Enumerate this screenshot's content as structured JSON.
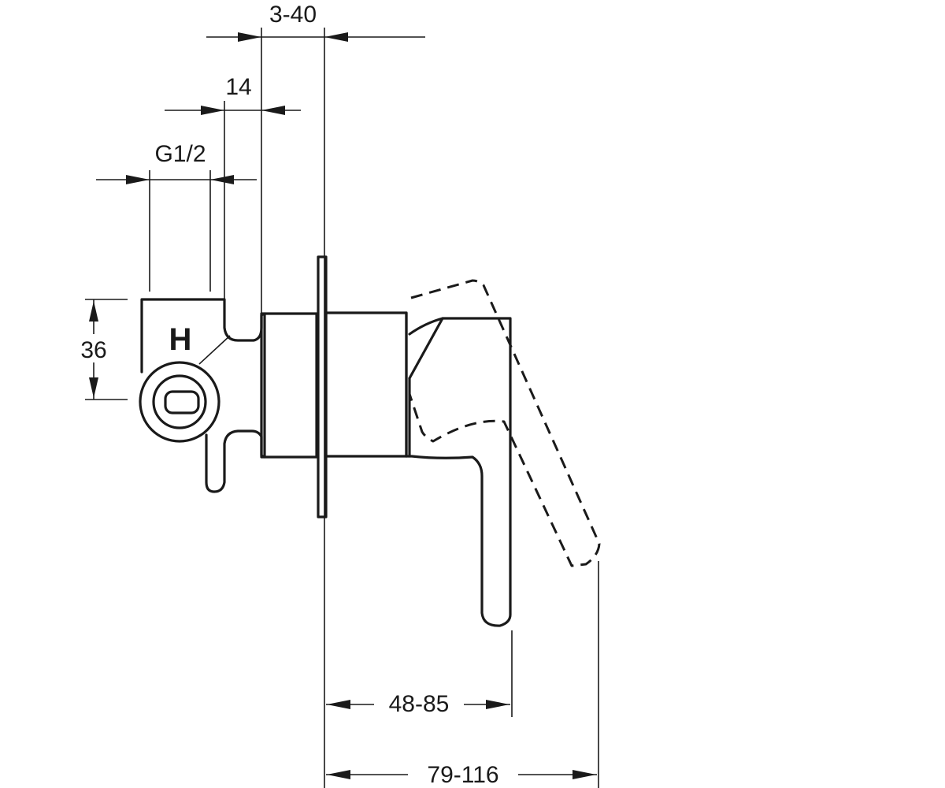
{
  "dimensions": {
    "wall_range": "3-40",
    "offset": "14",
    "thread": "G1/2",
    "height": "36",
    "handle_projection": "48-85",
    "lever_projection": "79-116"
  },
  "markings": {
    "hot_label": "H"
  }
}
